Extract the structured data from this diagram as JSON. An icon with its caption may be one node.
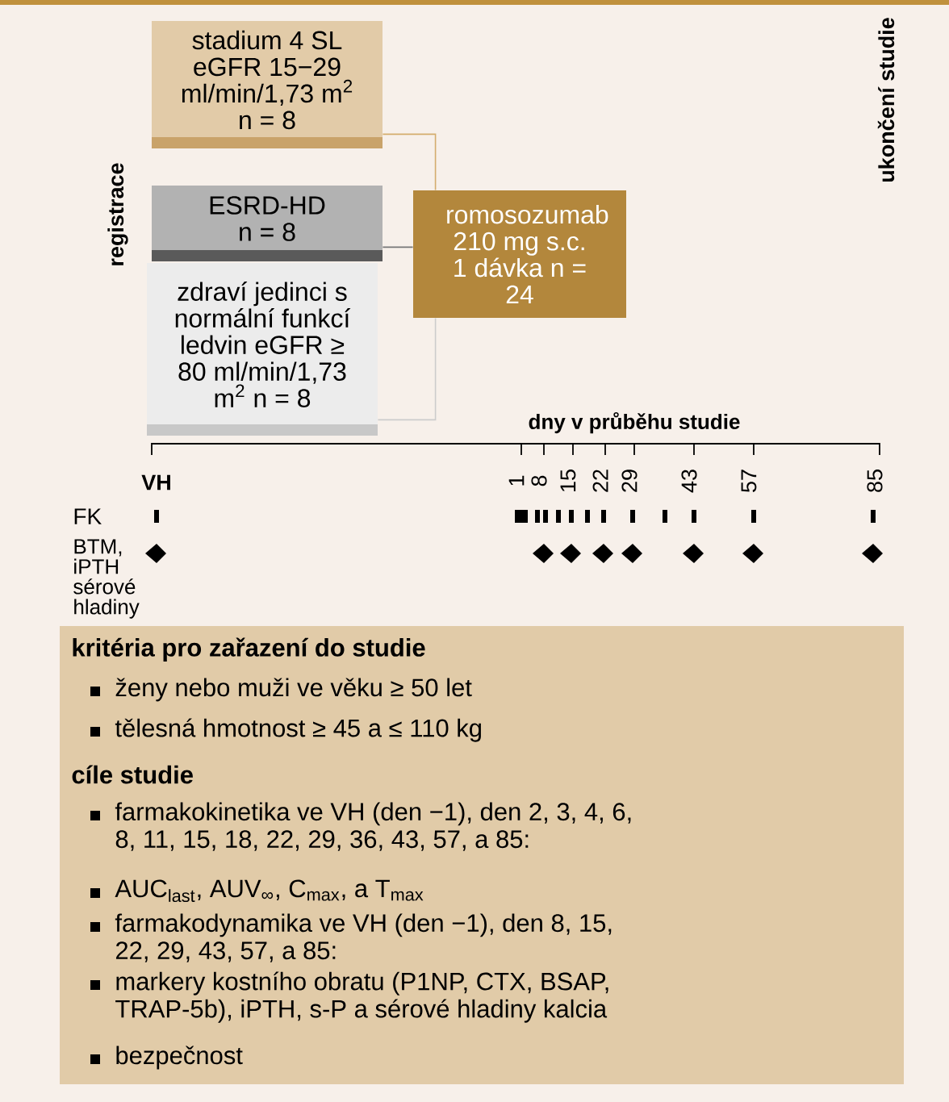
{
  "diagram": {
    "nodes": [
      {
        "text": [
          "stadium 4 SL eGFR 15−29 ml/min/1,73 m$^{2}$ n = 8"
        ]
      },
      {
        "text": [
          "ESRD-HD n = 8"
        ]
      },
      {
        "text": [
          "zdraví jedinci s normální funkcí ledvin eGFR ≥ 80 ml/min/1,73 m$^{2}$ n = 8"
        ]
      },
      {
        "text": [
          "romosozumab 210 mg s.c. 1 dávka n = 24"
        ]
      },
      {
        "text": [
          "kritéria pro zařazení do studie",
          "ženy nebo muži ve věku  ≥ 50 let",
          "tělesná hmotnost  ≥ 45 a ≤ 110 kg",
          "cíle studie",
          "farmakokinetika ve VH (den −1), den 2, 3, 4, 6, 8, 11, 15, 18, 22, 29, 36, 43, 57, a 85:",
          "AUC$_{last}$, AUV$_{∞}$, C$_{max}$, a T$_{max}$",
          "farmakodynamika ve VH (den −1), den 8, 15, 22, 29, 43, 57, a 85:",
          "markery kostního obratu (P1NP, CTX, BSAP, TRAP-5b), iPTH, s-P a sérové hladiny kalcia",
          "bezpečnost"
        ]
      }
    ],
    "edges": [
      {
        "from": 0,
        "to": 3,
        "arrow": "none",
        "color": "#d4ad6e"
      },
      {
        "from": 1,
        "to": 3,
        "arrow": "none",
        "color": "#777777"
      },
      {
        "from": 2,
        "to": 3,
        "arrow": "none",
        "color": "#cccccc"
      }
    ],
    "labels": [
      "registrace",
      "ukončení studie",
      "dny v průběhu studie",
      "VH",
      "1",
      "8",
      "15",
      "22",
      "29",
      "43",
      "57",
      "85",
      "FK",
      "BTM, iPTH sérové hladiny"
    ]
  }
}
